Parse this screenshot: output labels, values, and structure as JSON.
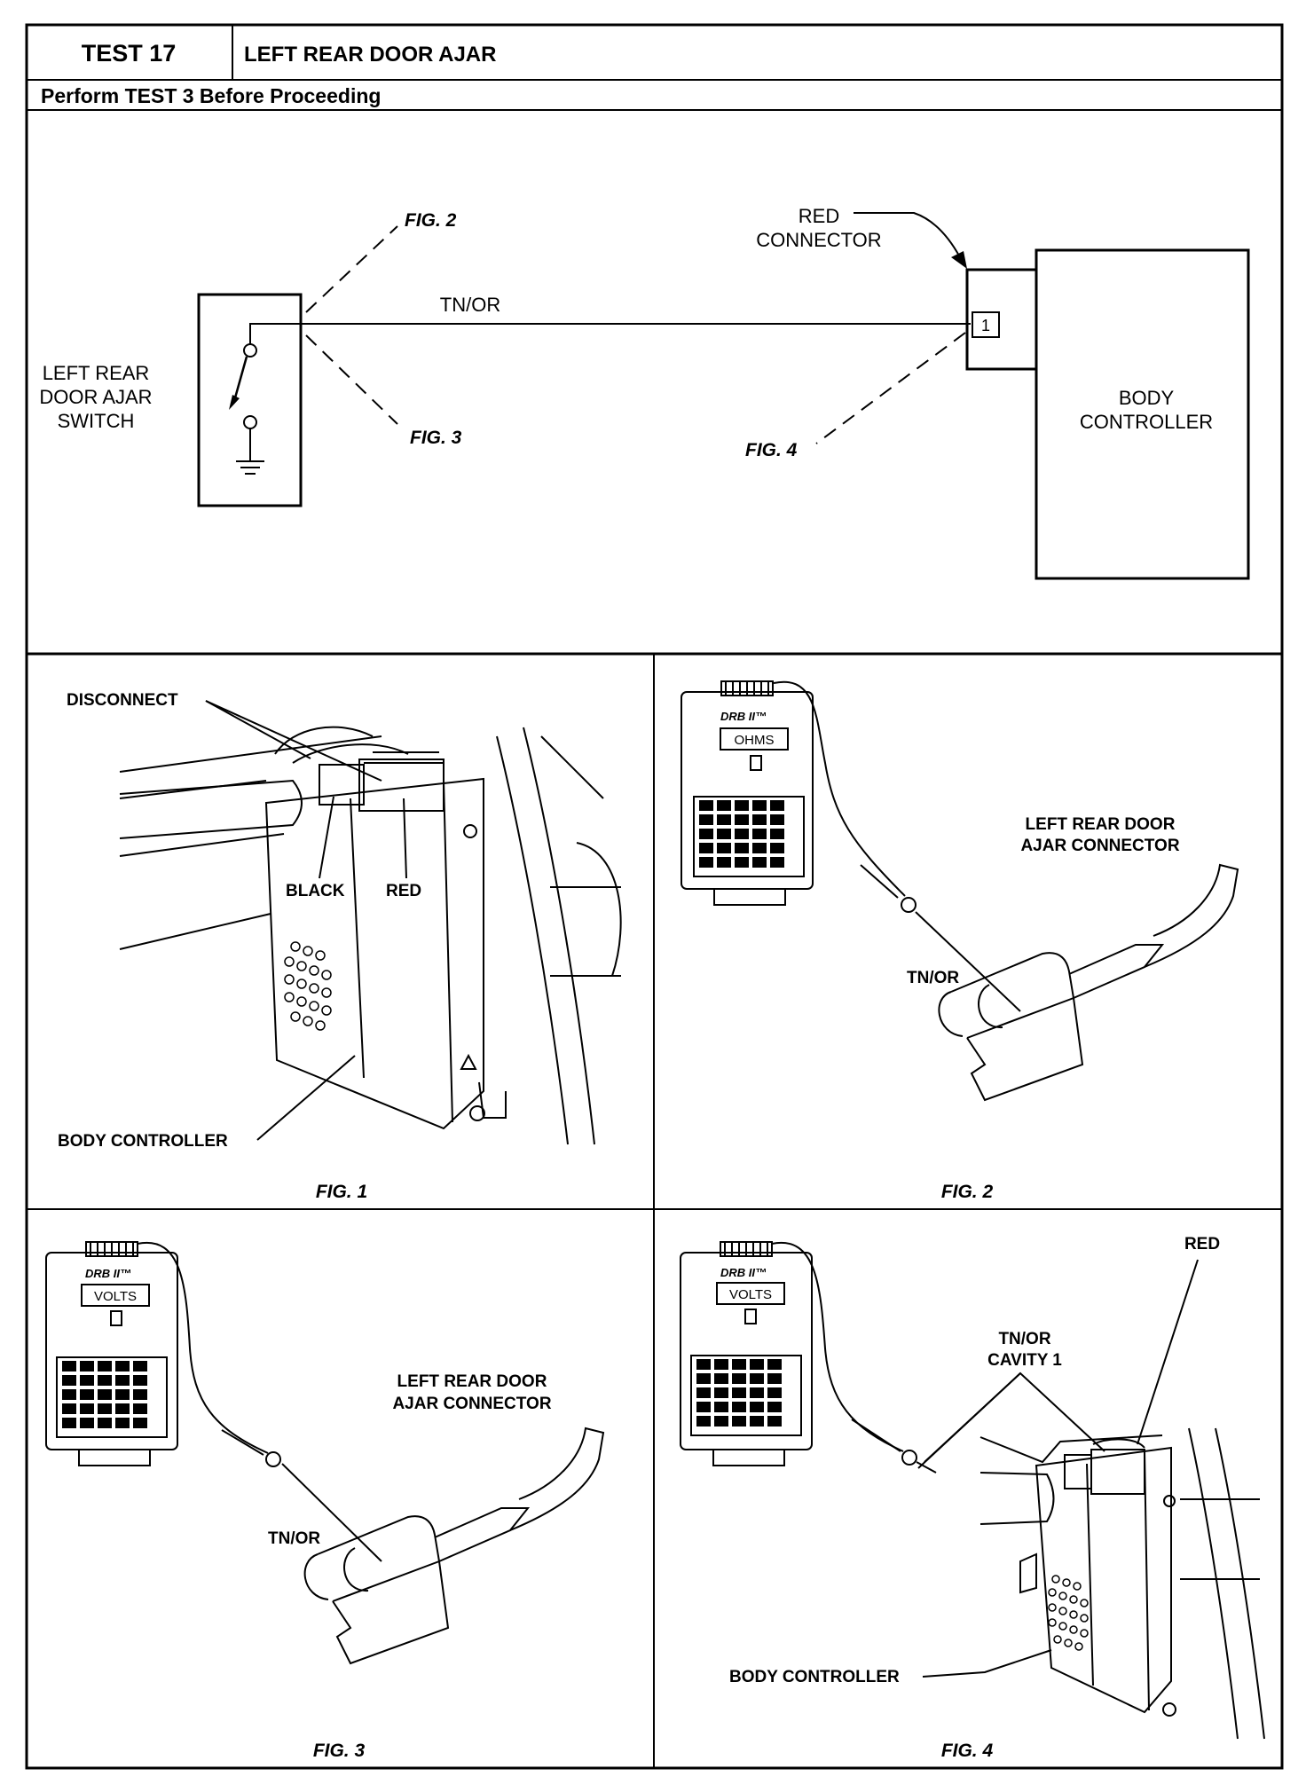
{
  "header": {
    "test_id": "TEST 17",
    "title": "LEFT REAR DOOR AJAR",
    "prerequisite": "Perform TEST 3 Before Proceeding"
  },
  "schematic": {
    "switch_label": [
      "LEFT REAR",
      "DOOR AJAR",
      "SWITCH"
    ],
    "wire_label": "TN/OR",
    "connector_label": [
      "RED",
      "CONNECTOR"
    ],
    "pin_number": "1",
    "controller_label": [
      "BODY",
      "CONTROLLER"
    ],
    "fig_refs": [
      "FIG. 2",
      "FIG. 3",
      "FIG. 4"
    ]
  },
  "fig1": {
    "caption": "FIG. 1",
    "disconnect": "DISCONNECT",
    "black": "BLACK",
    "red": "RED",
    "body_controller": "BODY CONTROLLER"
  },
  "fig2": {
    "caption": "FIG. 2",
    "tester_brand": "DRB II™",
    "display": "OHMS",
    "connector_label": [
      "LEFT REAR DOOR",
      "AJAR CONNECTOR"
    ],
    "wire": "TN/OR"
  },
  "fig3": {
    "caption": "FIG. 3",
    "tester_brand": "DRB II™",
    "display": "VOLTS",
    "connector_label": [
      "LEFT REAR DOOR",
      "AJAR CONNECTOR"
    ],
    "wire": "TN/OR"
  },
  "fig4": {
    "caption": "FIG. 4",
    "tester_brand": "DRB II™",
    "display": "VOLTS",
    "red": "RED",
    "cavity_label": [
      "TN/OR",
      "CAVITY 1"
    ],
    "body_controller": "BODY CONTROLLER"
  },
  "colors": {
    "ink": "#000000",
    "paper": "#ffffff"
  }
}
